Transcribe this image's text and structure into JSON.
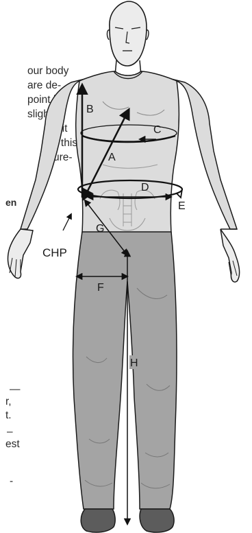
{
  "text_fragments": [
    "our body",
    "are de-",
    "point is",
    "slightly",
    "fit, it",
    "e this",
    "ure-",
    "en",
    "—",
    "r,",
    "t.",
    "–",
    "est",
    "-"
  ],
  "labels": {
    "A": "A",
    "B": "B",
    "C": "C",
    "D": "D",
    "E": "E",
    "F": "F",
    "G": "G",
    "H": "H",
    "CHP": "CHP"
  },
  "colors": {
    "skin": "#e6e6e6",
    "shirt": "#dcdcdc",
    "pants": "#a4a4a4",
    "shoes": "#5c5c5c",
    "outline": "#1a1a1a"
  }
}
